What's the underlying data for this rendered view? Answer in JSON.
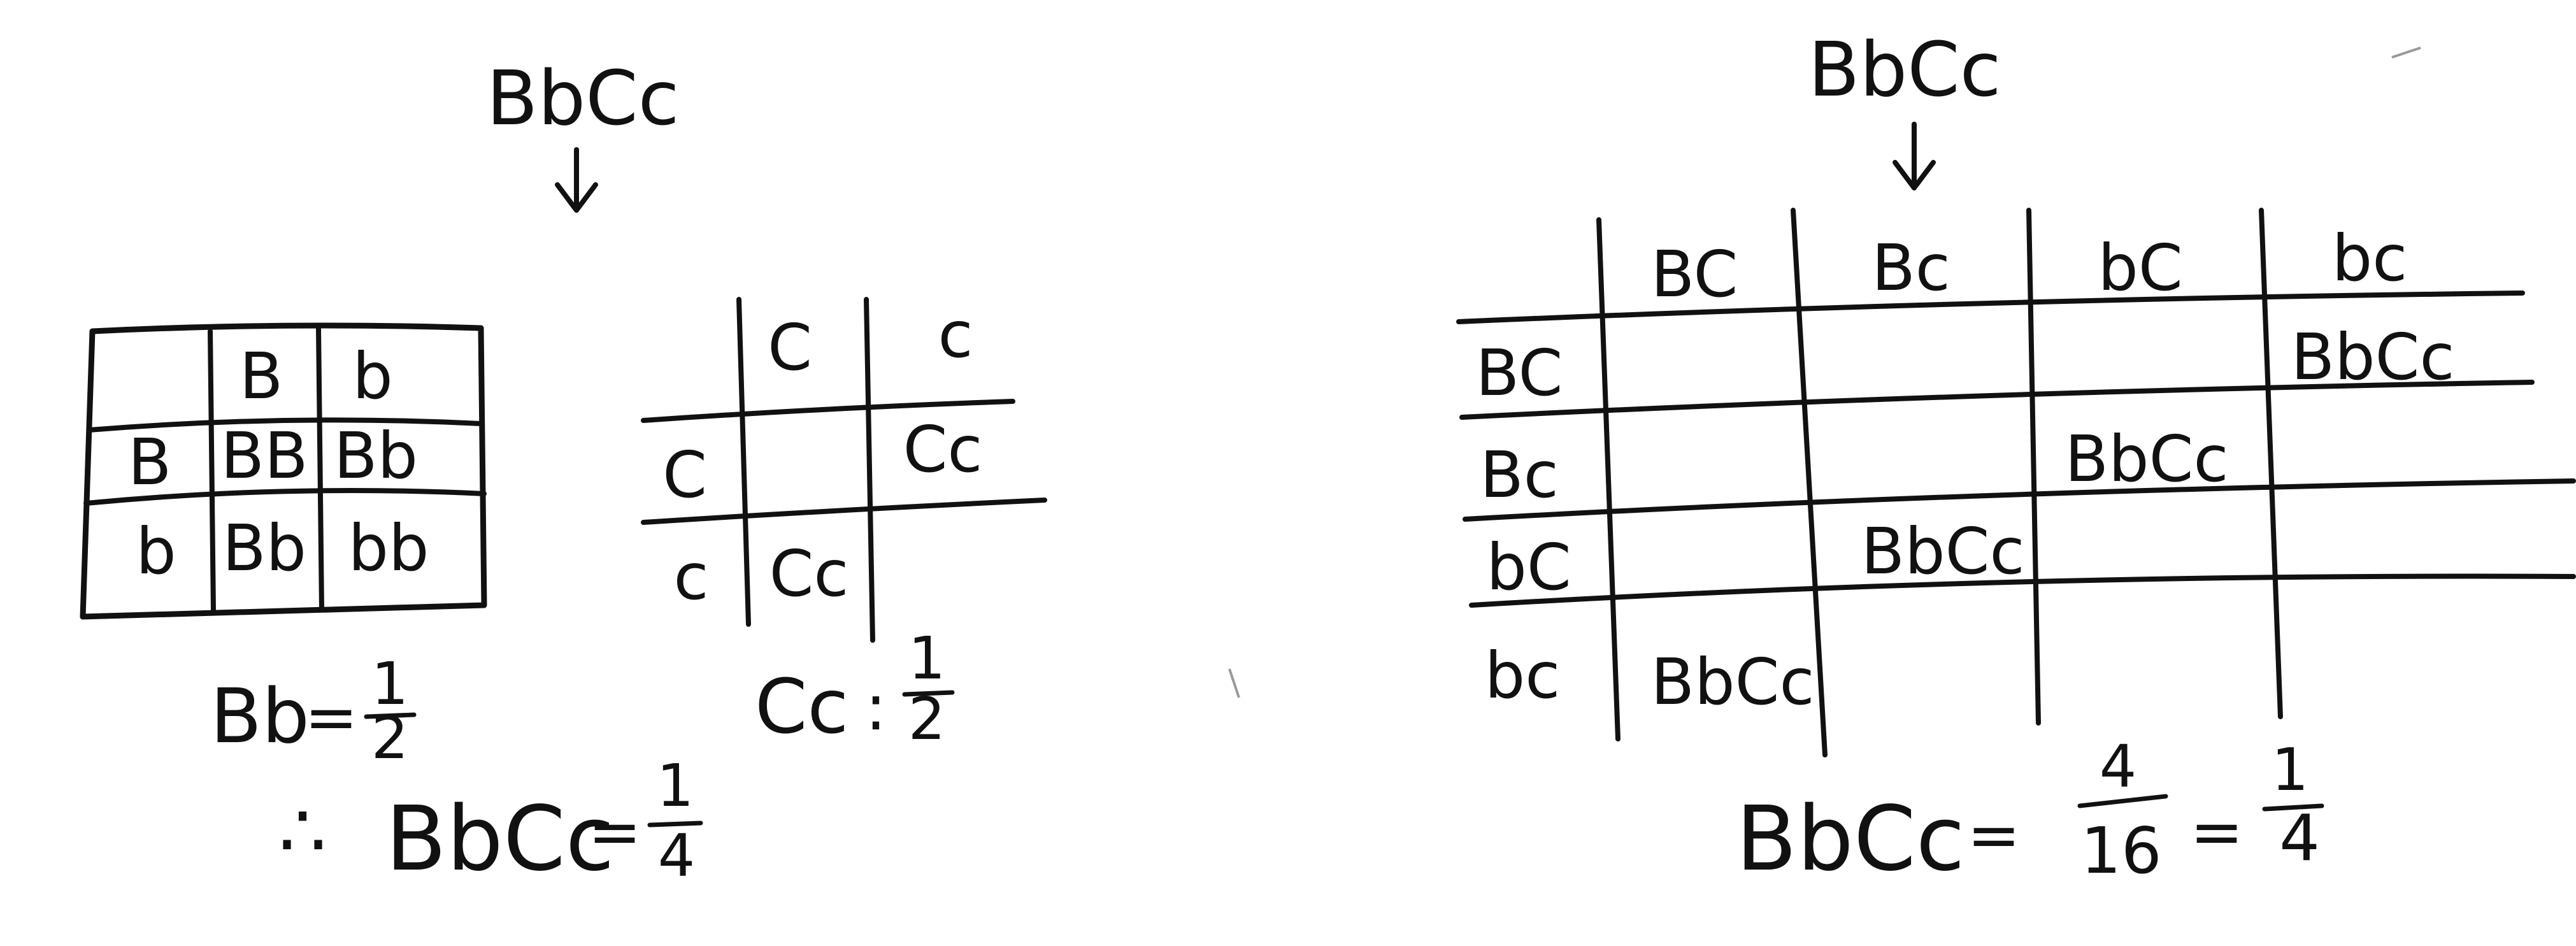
{
  "left": {
    "parent_label": "BbCc",
    "grid_b": {
      "col_headers": [
        "B",
        "b"
      ],
      "row_headers": [
        "B",
        "b"
      ],
      "cells": [
        [
          "BB",
          "Bb"
        ],
        [
          "Bb",
          "bb"
        ]
      ]
    },
    "grid_c": {
      "col_headers": [
        "C",
        "c"
      ],
      "row_headers": [
        "C",
        "c"
      ],
      "cells": [
        [
          "",
          "Cc"
        ],
        [
          "Cc",
          ""
        ]
      ]
    },
    "result_b": {
      "label": "Bb",
      "eq": "=",
      "numerator": "1",
      "denominator": "2"
    },
    "result_c": {
      "label": "Cc",
      "eq": ":",
      "numerator": "1",
      "denominator": "2"
    },
    "combined": {
      "therefore": "∴",
      "label": "BbCc",
      "eq": "=",
      "numerator": "1",
      "denominator": "4"
    }
  },
  "right": {
    "parent_label": "BbCc",
    "grid": {
      "col_headers": [
        "BC",
        "Bc",
        "bC",
        "bc"
      ],
      "row_headers": [
        "BC",
        "Bc",
        "bC",
        "bc"
      ],
      "cells": [
        [
          "",
          "",
          "",
          "BbCc"
        ],
        [
          "",
          "",
          "BbCc",
          ""
        ],
        [
          "",
          "BbCc",
          "",
          ""
        ],
        [
          "BbCc",
          "",
          "",
          ""
        ]
      ]
    },
    "result": {
      "label": "BbCc",
      "eq1": "=",
      "numerator1": "4",
      "denominator1": "16",
      "eq2": "=",
      "numerator2": "1",
      "denominator2": "4"
    }
  }
}
